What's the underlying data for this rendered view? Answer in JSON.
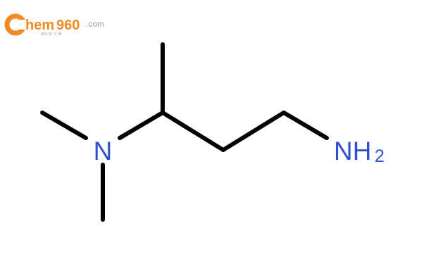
{
  "watermark": {
    "brand_c": "C",
    "brand_hem": "hem",
    "brand_960": "960",
    "brand_domain": ".com",
    "brand_sub": "960 化 工 网",
    "colors": {
      "orange": "#F08A24",
      "gray": "#9A9A9A"
    }
  },
  "molecule": {
    "atoms": {
      "n_amine": "N",
      "nh2_n": "NH",
      "nh2_sub": "2"
    },
    "colors": {
      "bond": "#000000",
      "nitrogen": "#2F4FD0"
    }
  }
}
